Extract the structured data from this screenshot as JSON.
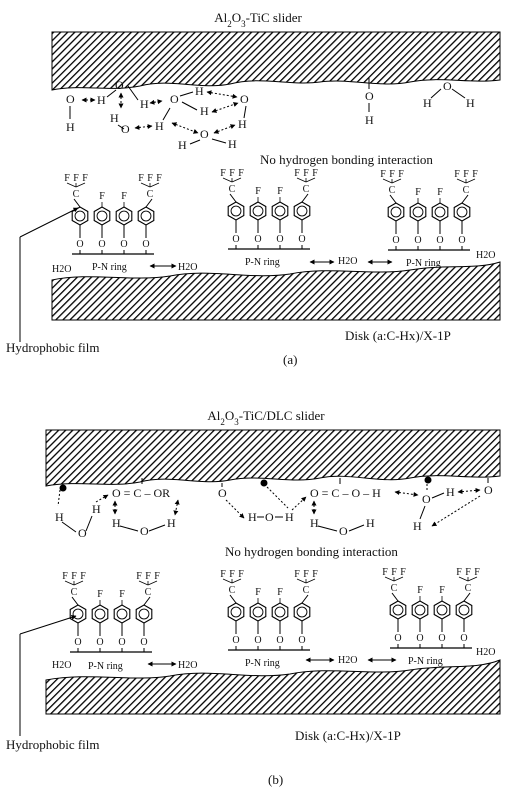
{
  "panel_a": {
    "slider_label": "Al2O3-TiC slider",
    "slider_label_parts": {
      "pre": "Al",
      "sub1": "2",
      "mid": "O",
      "sub2": "3",
      "post": "-TiC slider"
    },
    "note": "No hydrogen bonding interaction",
    "disk_label": "Disk (a:C-Hx)/X-1P",
    "film_label": "Hydrophobic film",
    "caption": "(a)",
    "ring_label": "P-N ring",
    "water": "H2O"
  },
  "panel_b": {
    "slider_label": "Al2O3-TiC/DLC slider",
    "slider_label_parts": {
      "pre": "Al",
      "sub1": "2",
      "mid": "O",
      "sub2": "3",
      "post": "-TiC/DLC slider"
    },
    "note": "No hydrogen bonding interaction",
    "disk_label": "Disk (a:C-Hx)/X-1P",
    "film_label": "Hydrophobic film",
    "caption": "(b)",
    "ring_label": "P-N ring",
    "water": "H2O",
    "chain_text": {
      "o_eq_c_or": "O = C – OR",
      "o_eq_c_o_h": "O = C – O – H"
    }
  },
  "atoms": {
    "H": "H",
    "O": "O",
    "F": "F"
  }
}
